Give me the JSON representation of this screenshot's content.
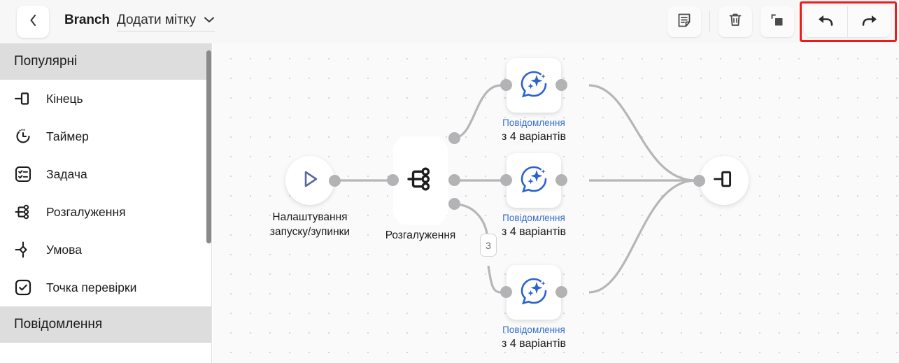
{
  "header": {
    "back_icon": "chevron-left-icon",
    "flow_title": "Branch",
    "add_label_text": "Додати мітку",
    "chevron_icon": "chevron-down-icon",
    "tools": [
      {
        "name": "note-button",
        "icon": "note-icon"
      },
      {
        "name": "delete-button",
        "icon": "trash-icon"
      },
      {
        "name": "duplicate-button",
        "icon": "copy-icon"
      },
      {
        "name": "undo-button",
        "icon": "undo-arrow-icon"
      },
      {
        "name": "redo-button",
        "icon": "redo-arrow-icon"
      }
    ],
    "highlight_color": "#ef1b1b"
  },
  "sidebar": {
    "sections": [
      {
        "title": "Популярні",
        "items": [
          {
            "label": "Кінець",
            "icon": "end-node-icon"
          },
          {
            "label": "Таймер",
            "icon": "timer-clock-icon"
          },
          {
            "label": "Задача",
            "icon": "task-checklist-icon"
          },
          {
            "label": "Розгалуження",
            "icon": "branch-split-icon"
          },
          {
            "label": "Умова",
            "icon": "condition-diamond-icon"
          },
          {
            "label": "Точка перевірки",
            "icon": "checkpoint-check-icon"
          }
        ]
      },
      {
        "title": "Повідомлення",
        "items": []
      }
    ]
  },
  "canvas": {
    "nodes": {
      "start": {
        "icon": "play-triangle-icon",
        "caption_line1": "Налаштування",
        "caption_line2": "запуску/зупинки"
      },
      "branch": {
        "icon": "branch-split-icon",
        "caption": "Розгалуження"
      },
      "message_top": {
        "icon": "ai-message-sparkle-icon",
        "type_label": "Повідомлення",
        "variants_label": "з 4 варіантів"
      },
      "message_middle": {
        "icon": "ai-message-sparkle-icon",
        "type_label": "Повідомлення",
        "variants_label": "з 4 варіантів"
      },
      "message_bottom": {
        "icon": "ai-message-sparkle-icon",
        "type_label": "Повідомлення",
        "variants_label": "з 4 варіантів"
      },
      "end": {
        "icon": "end-node-icon"
      }
    },
    "branch_badge": "3",
    "edge_color": "#b6b6b8",
    "port_color": "#b3b3b5",
    "accent_blue": "#3b6fd4"
  }
}
